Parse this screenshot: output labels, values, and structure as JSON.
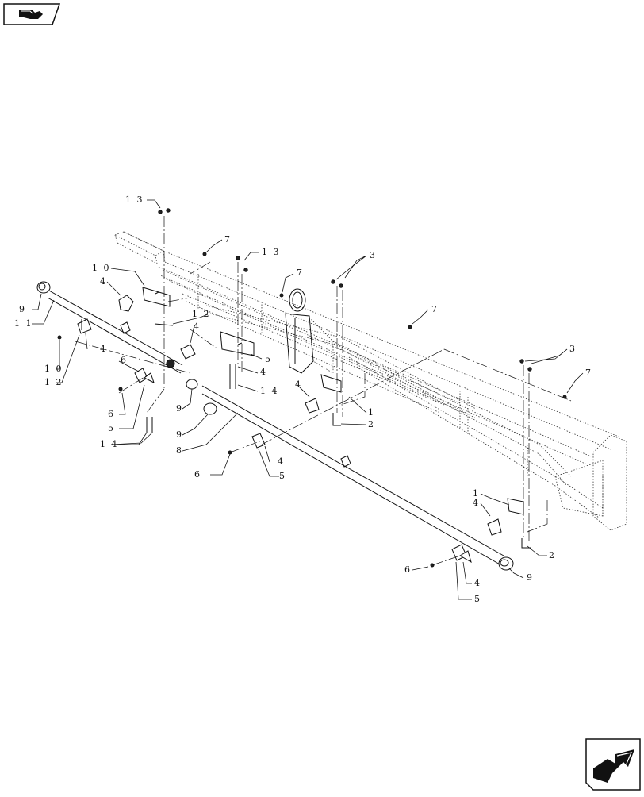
{
  "page": {
    "title": "",
    "background": "#ffffff",
    "line_color": "#111111"
  },
  "nav": {
    "top_icon": "prev-page-hand-icon",
    "bottom_icon": "next-page-arrow-icon"
  },
  "callouts": [
    {
      "id": "c13a",
      "text": "1 3"
    },
    {
      "id": "c7a",
      "text": "7"
    },
    {
      "id": "c13b",
      "text": "1 3"
    },
    {
      "id": "c3a",
      "text": "3"
    },
    {
      "id": "c10a",
      "text": "1 0"
    },
    {
      "id": "c7b",
      "text": "7"
    },
    {
      "id": "c4a",
      "text": "4"
    },
    {
      "id": "c9a",
      "text": "9"
    },
    {
      "id": "c11",
      "text": "1 1"
    },
    {
      "id": "c7c",
      "text": "7"
    },
    {
      "id": "c12a",
      "text": "1 2"
    },
    {
      "id": "c4b",
      "text": "4"
    },
    {
      "id": "c4c",
      "text": "4"
    },
    {
      "id": "c6a",
      "text": "6"
    },
    {
      "id": "c5a",
      "text": "5"
    },
    {
      "id": "c10b",
      "text": "1 0"
    },
    {
      "id": "c4d",
      "text": "4"
    },
    {
      "id": "c12b",
      "text": "1 2"
    },
    {
      "id": "c3b",
      "text": "3"
    },
    {
      "id": "c7d",
      "text": "7"
    },
    {
      "id": "c14a",
      "text": "1 4"
    },
    {
      "id": "c4e",
      "text": "4"
    },
    {
      "id": "c1a",
      "text": "1"
    },
    {
      "id": "c6b",
      "text": "6"
    },
    {
      "id": "c5b",
      "text": "5"
    },
    {
      "id": "c9b",
      "text": "9"
    },
    {
      "id": "c2a",
      "text": "2"
    },
    {
      "id": "c14b",
      "text": "1 4"
    },
    {
      "id": "c9c",
      "text": "9"
    },
    {
      "id": "c8",
      "text": "8"
    },
    {
      "id": "c4f",
      "text": "4"
    },
    {
      "id": "c6c",
      "text": "6"
    },
    {
      "id": "c5c",
      "text": "5"
    },
    {
      "id": "c1b",
      "text": "1"
    },
    {
      "id": "c4g",
      "text": "4"
    },
    {
      "id": "c2b",
      "text": "2"
    },
    {
      "id": "c6d",
      "text": "6"
    },
    {
      "id": "c4h",
      "text": "4"
    },
    {
      "id": "c9d",
      "text": "9"
    },
    {
      "id": "c5d",
      "text": "5"
    }
  ]
}
